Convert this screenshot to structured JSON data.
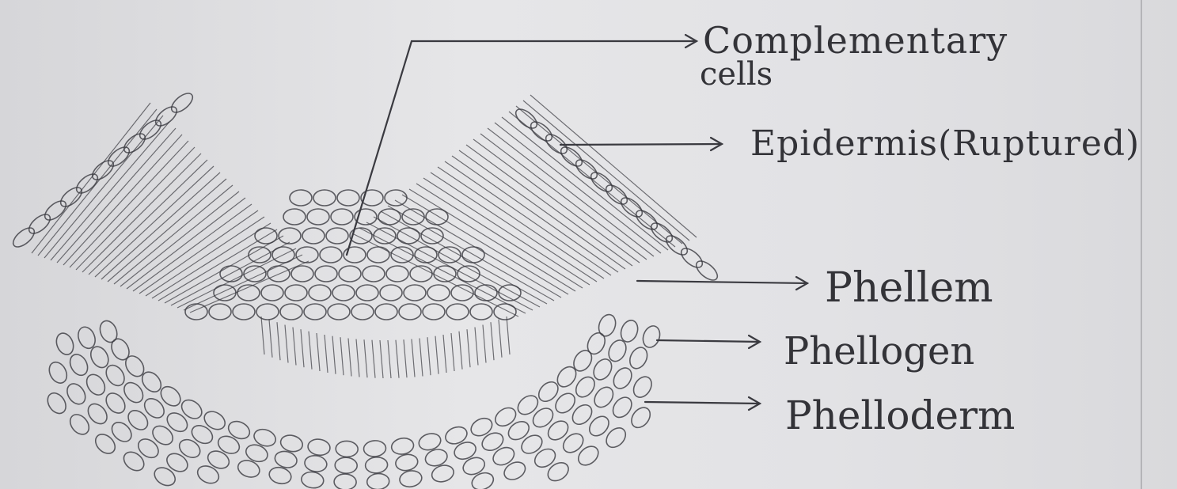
{
  "diagram": {
    "labels": {
      "complementary_line1": "Complementary",
      "complementary_line2": "cells",
      "epidermis": "Epidermis(Ruptured)",
      "phellem": "Phellem",
      "phellogen": "Phellogen",
      "phelloderm": "Phelloderm"
    },
    "colors": {
      "paper": "#e3e3e6",
      "pencil": "#3a3a40"
    }
  }
}
